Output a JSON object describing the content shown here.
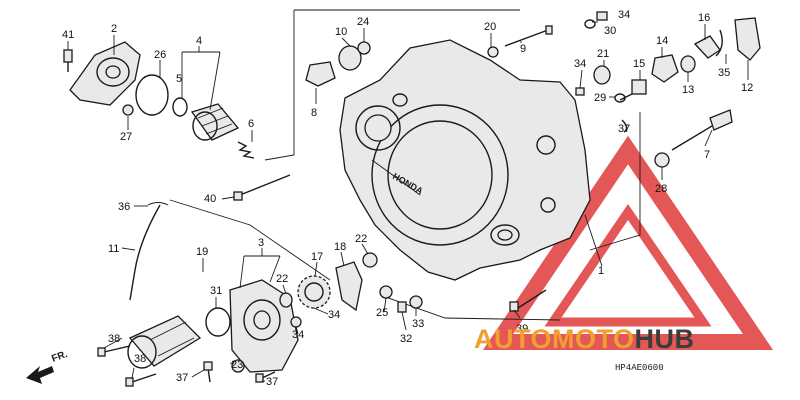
{
  "diagram": {
    "labels": {
      "p1": "1",
      "p2": "2",
      "p3": "3",
      "p4": "4",
      "p5": "5",
      "p6": "6",
      "p7": "7",
      "p8": "8",
      "p9": "9",
      "p10": "10",
      "p11": "11",
      "p12": "12",
      "p13": "13",
      "p14": "14",
      "p15": "15",
      "p16": "16",
      "p17": "17",
      "p18": "18",
      "p19": "19",
      "p20": "20",
      "p21": "21",
      "p22a": "22",
      "p22b": "22",
      "p23": "23",
      "p24": "24",
      "p25": "25",
      "p26": "26",
      "p27": "27",
      "p28": "28",
      "p29": "29",
      "p30": "30",
      "p31": "31",
      "p32": "32",
      "p33": "33",
      "p34a": "34",
      "p34b": "34",
      "p34c": "34",
      "p34d": "34",
      "p35": "35",
      "p36": "36",
      "p37a": "37",
      "p37b": "37",
      "p38a": "38",
      "p38b": "38",
      "p39": "39",
      "p40": "40",
      "p41": "41"
    },
    "direction": "FR.",
    "diagram_code": "HP4AE0600"
  },
  "watermark": {
    "part1": "AUTO",
    "part2": "MOTO",
    "part3": "HUB",
    "colors": {
      "orange": "#f0a030",
      "red": "#e03a3a",
      "dark": "#3c3c3c"
    }
  }
}
